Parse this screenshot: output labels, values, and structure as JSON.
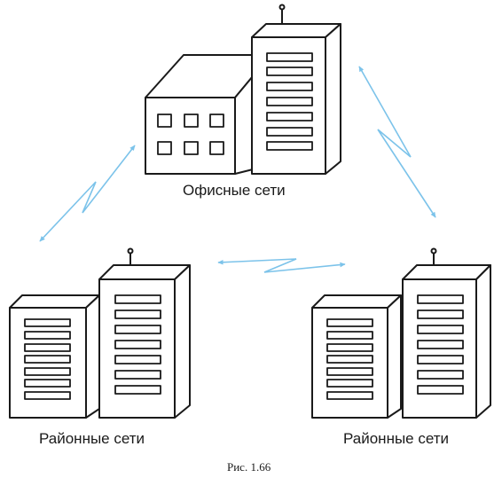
{
  "labels": {
    "office": "Офисные сети",
    "district_left": "Районные сети",
    "district_right": "Районные сети"
  },
  "caption": "Рис. 1.66",
  "colors": {
    "outline": "#1a1a1a",
    "link": "#7cc3ea",
    "fill": "#ffffff"
  },
  "icons": {
    "building": "office-building-icon",
    "server": "server-tower-icon",
    "link": "wireless-link-icon"
  }
}
